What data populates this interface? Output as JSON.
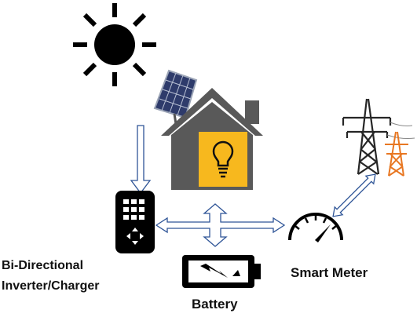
{
  "labels": {
    "inverter": "Bi-Directional Inverter/Charger",
    "battery": "Battery",
    "smart_meter": "Smart Meter"
  },
  "colors": {
    "ink": "#111111",
    "house": "#595959",
    "bulb_fill": "#F7B81E",
    "arrow": "#2F5597",
    "tower_dark": "#262626",
    "tower_orange": "#E87722",
    "panel": "#2E3B6B"
  },
  "icons": {
    "sun": "sun-icon",
    "solar_panel": "solar-panel-icon",
    "house": "house-icon",
    "bulb": "light-bulb-icon",
    "inverter": "inverter-icon",
    "battery": "battery-icon",
    "meter": "smart-meter-icon",
    "towers": "power-tower-icon"
  }
}
